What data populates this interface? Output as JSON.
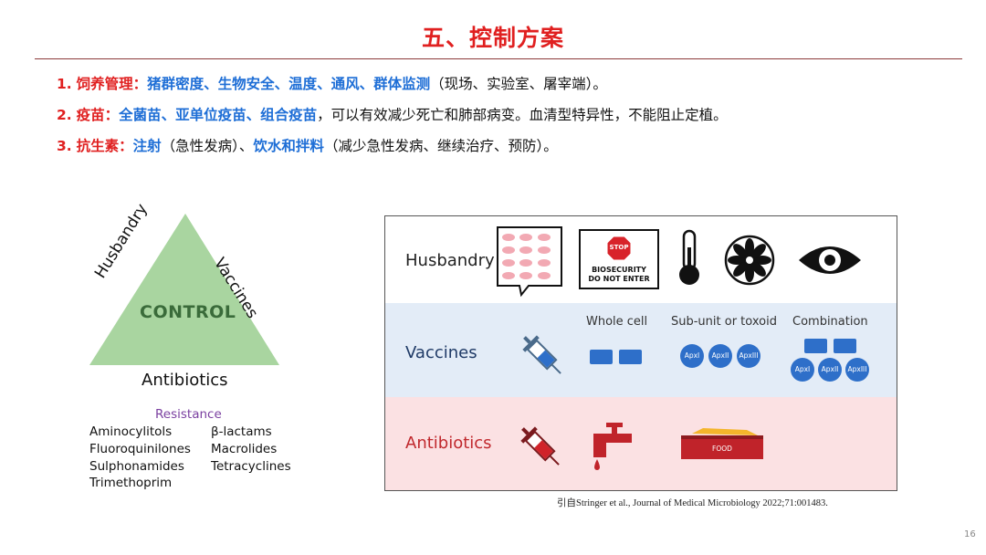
{
  "title": "五、控制方案",
  "bullets": [
    {
      "num": "1.",
      "lead": "饲养管理：",
      "key": "猪群密度、生物安全、温度、通风、群体监测",
      "rest": "（现场、实验室、屠宰端）。"
    },
    {
      "num": "2.",
      "lead": "疫苗：",
      "key": "全菌苗、亚单位疫苗、组合疫苗",
      "rest": "，可以有效减少死亡和肺部病变。血清型特异性，不能阻止定植。"
    },
    {
      "num": "3.",
      "lead": "抗生素：",
      "key1": "注射",
      "mid": "（急性发病）、",
      "key2": "饮水和拌料",
      "rest": "（减少急性发病、继续治疗、预防）。"
    }
  ],
  "triangle": {
    "left_label": "Husbandry",
    "right_label": "Vaccines",
    "center_label": "CONTROL",
    "bottom_label": "Antibiotics",
    "resistance_title": "Resistance",
    "resistance_left": [
      "Aminocylitols",
      "Fluoroquinilones",
      "Sulphonamides",
      "Trimethoprim"
    ],
    "resistance_right": [
      "β-lactams",
      "Macrolides",
      "Tetracyclines"
    ],
    "fill_color": "#a9d5a0"
  },
  "figure": {
    "rows": [
      {
        "label": "Husbandry",
        "color": "#222222",
        "bg": "#ffffff"
      },
      {
        "label": "Vaccines",
        "color": "#1f3a66",
        "bg": "#e3ecf7"
      },
      {
        "label": "Antibiotics",
        "color": "#c0282d",
        "bg": "#fbe1e3"
      }
    ],
    "vaccine_columns": [
      "Whole cell",
      "Sub-unit or toxoid",
      "Combination"
    ],
    "stop_sign": "STOP",
    "biosecurity_line1": "BIOSECURITY",
    "biosecurity_line2": "DO NOT ENTER",
    "food_label": "FOOD",
    "apx": [
      "ApxI",
      "ApxII",
      "ApxIII"
    ]
  },
  "citation": "引自Stringer et al., Journal of Medical Microbiology 2022;71:001483.",
  "page_number": "16"
}
